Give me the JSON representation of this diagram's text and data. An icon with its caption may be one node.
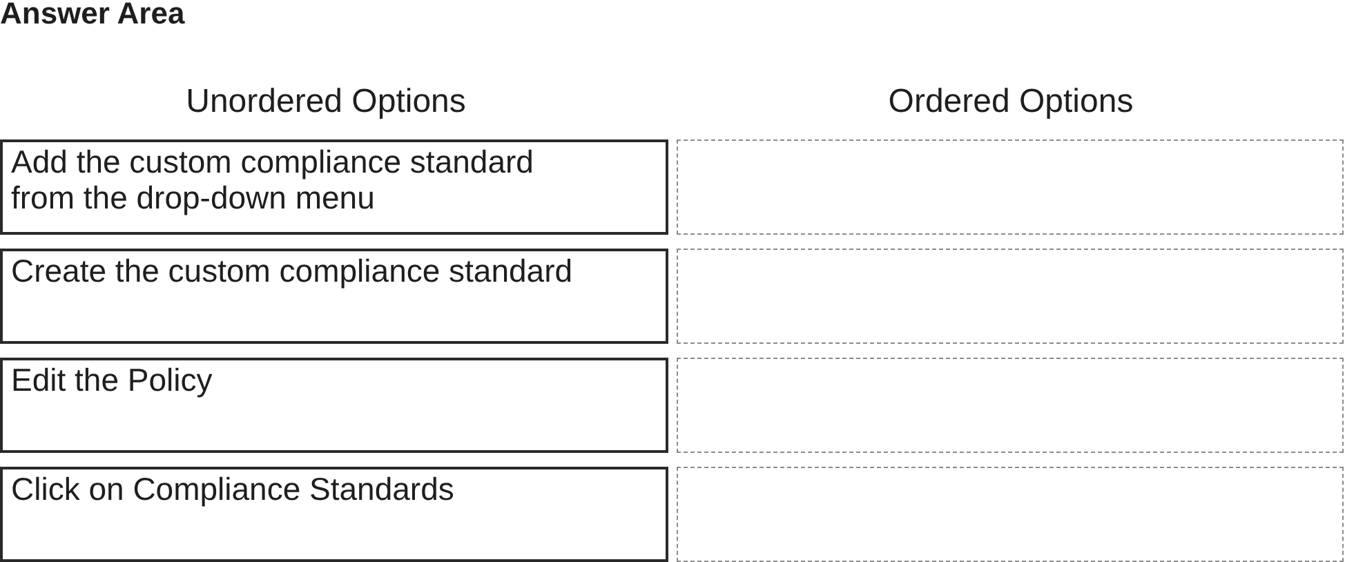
{
  "diagram": {
    "title": "Answer Area",
    "nodes": [
      {
        "text": [
          "Add the custom compliance standard from the drop-down menu"
        ]
      },
      {
        "text": [
          "Create the custom compliance standard"
        ]
      },
      {
        "text": [
          "Edit the Policy"
        ]
      },
      {
        "text": [
          "Click on Compliance Standards"
        ]
      },
      {
        "text": [],
        "shape": "box"
      },
      {
        "text": [],
        "shape": "box"
      },
      {
        "text": [],
        "shape": "box"
      },
      {
        "text": [],
        "shape": "box"
      }
    ],
    "labels": [
      "Unordered Options",
      "Ordered Options"
    ]
  }
}
